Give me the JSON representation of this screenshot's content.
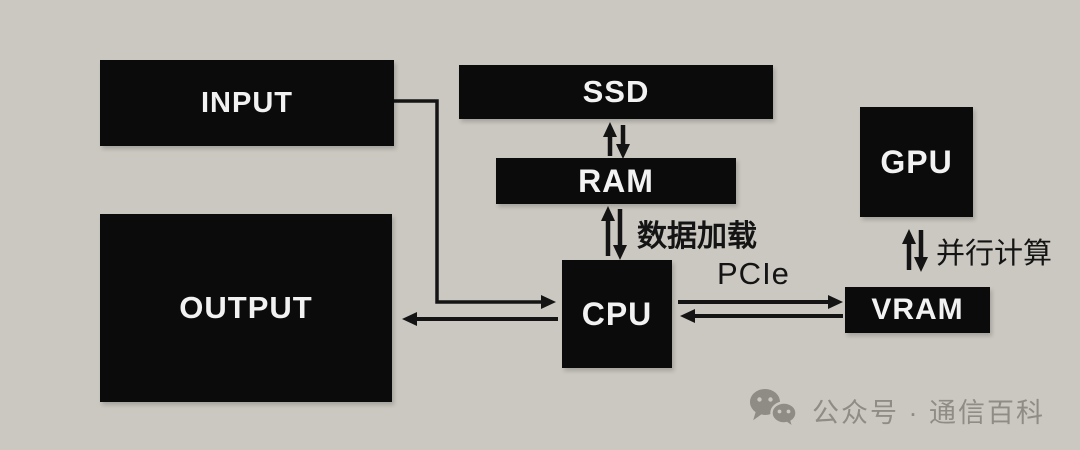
{
  "colors": {
    "background": "#cbc8c1",
    "node_fill": "#0b0b0b",
    "node_text": "#f2f2f2",
    "line": "#141414",
    "watermark": "#8f8c86"
  },
  "diagram": {
    "nodes": {
      "input": "INPUT",
      "output": "OUTPUT",
      "ssd": "SSD",
      "ram": "RAM",
      "cpu": "CPU",
      "gpu": "GPU",
      "vram": "VRAM"
    },
    "edge_labels": {
      "data_load": "数据加载",
      "pcie": "PCIe",
      "parallel_compute": "并行计算"
    },
    "edges": [
      {
        "from": "INPUT",
        "to": "CPU",
        "direction": "one-way",
        "label": ""
      },
      {
        "from": "CPU",
        "to": "OUTPUT",
        "direction": "one-way",
        "label": ""
      },
      {
        "from": "SSD",
        "to": "RAM",
        "direction": "two-way",
        "label": ""
      },
      {
        "from": "RAM",
        "to": "CPU",
        "direction": "two-way",
        "label": "数据加载"
      },
      {
        "from": "CPU",
        "to": "VRAM",
        "direction": "two-way",
        "label": "PCIe"
      },
      {
        "from": "GPU",
        "to": "VRAM",
        "direction": "two-way",
        "label": "并行计算"
      }
    ]
  },
  "watermark": {
    "icon": "wechat-icon",
    "text": "公众号 · 通信百科"
  }
}
